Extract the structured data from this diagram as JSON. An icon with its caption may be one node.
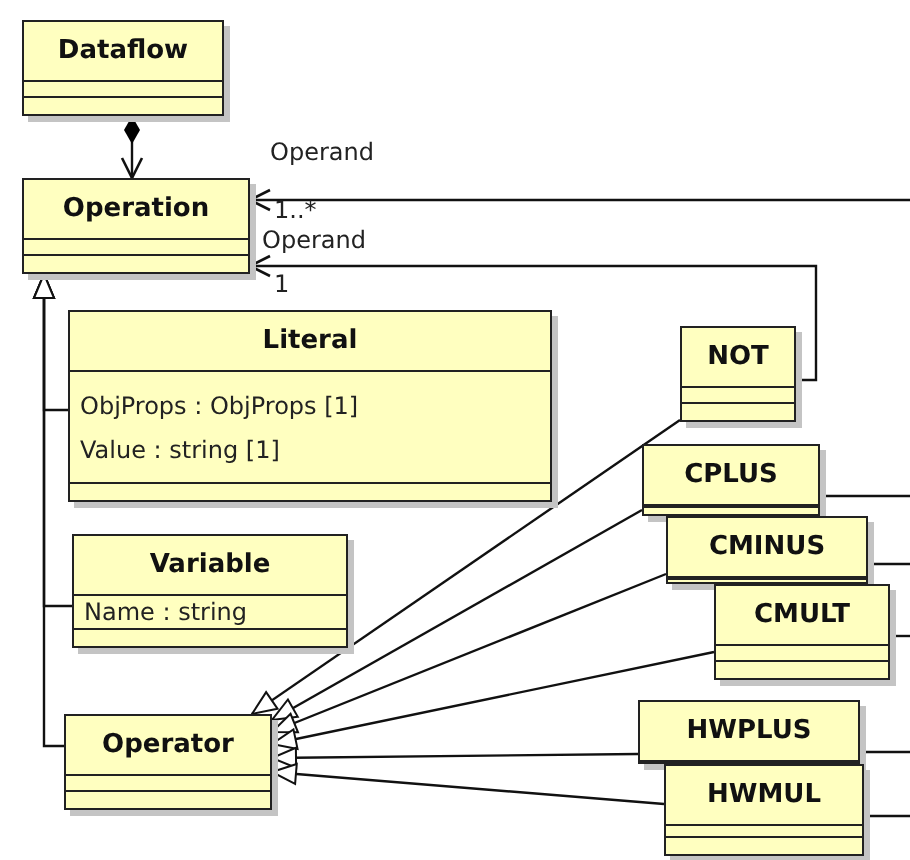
{
  "diagram": {
    "nodes": [
      {
        "text": [
          "Dataflow"
        ]
      },
      {
        "text": [
          "Operation"
        ]
      },
      {
        "text": [
          "Literal",
          "ObjProps : ObjProps [1]",
          "Value : string [1]"
        ]
      },
      {
        "text": [
          "Variable",
          "Name : string"
        ]
      },
      {
        "text": [
          "Operator"
        ]
      },
      {
        "text": [
          "NOT"
        ]
      },
      {
        "text": [
          "CPLUS"
        ]
      },
      {
        "text": [
          "CMINUS"
        ]
      },
      {
        "text": [
          "CMULT"
        ]
      },
      {
        "text": [
          "HWPLUS"
        ]
      },
      {
        "text": [
          "HWMUL"
        ]
      }
    ],
    "edges": [
      {
        "from": 0,
        "to": 1,
        "arrow": "to"
      },
      {
        "from": null,
        "to": 1,
        "arrow": "to",
        "label": "Operand"
      },
      {
        "from": 5,
        "to": 1,
        "arrow": "to",
        "label": "Operand"
      },
      {
        "from": 2,
        "to": 1,
        "arrow": "to"
      },
      {
        "from": 3,
        "to": 1,
        "arrow": "to"
      },
      {
        "from": 4,
        "to": 1,
        "arrow": "to"
      },
      {
        "from": 5,
        "to": 4,
        "arrow": "to"
      },
      {
        "from": 6,
        "to": 4,
        "arrow": "to"
      },
      {
        "from": 7,
        "to": 4,
        "arrow": "to"
      },
      {
        "from": 8,
        "to": 4,
        "arrow": "to"
      },
      {
        "from": 9,
        "to": 4,
        "arrow": "to"
      },
      {
        "from": 10,
        "to": 4,
        "arrow": "to"
      },
      {
        "from": 6,
        "to": null,
        "arrow": "none"
      },
      {
        "from": 7,
        "to": null,
        "arrow": "none"
      },
      {
        "from": 8,
        "to": null,
        "arrow": "none"
      },
      {
        "from": 9,
        "to": null,
        "arrow": "none"
      },
      {
        "from": 10,
        "to": null,
        "arrow": "none"
      }
    ],
    "labels": [
      "1..*",
      "1"
    ]
  }
}
